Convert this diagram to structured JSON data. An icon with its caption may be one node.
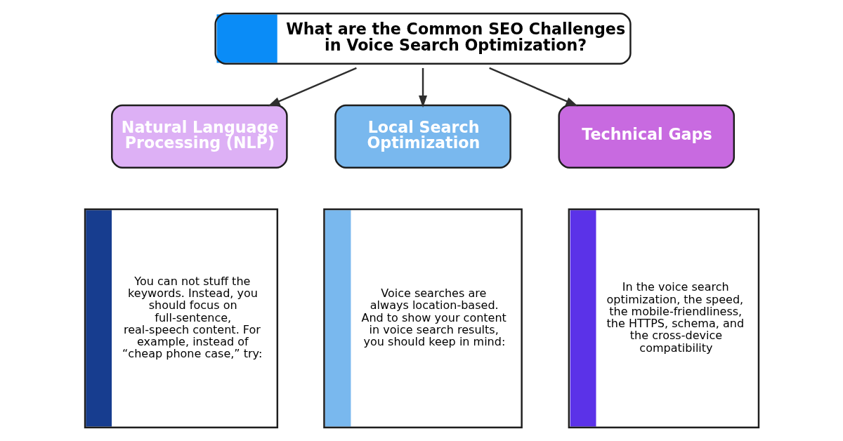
{
  "diagram": {
    "nodes": [
      {
        "text": [
          "What are the Common SEO Challenges in Voice Search Optimization?"
        ]
      },
      {
        "text": [
          "Natural Language Processing (NLP)"
        ]
      },
      {
        "text": [
          "Local Search Optimization"
        ]
      },
      {
        "text": [
          "Technical Gaps"
        ]
      },
      {
        "text": [
          "You can not stuff the keywords. Instead, you should focus on full-sentence, real-speech content. For example, instead of “cheap phone case,” try:"
        ]
      },
      {
        "text": [
          "Voice searches are always location-based. And to show your content in voice search results, you should keep in mind:"
        ]
      },
      {
        "text": [
          "In the voice search optimization, the speed, the mobile-friendliness, the HTTPS, schema, and the cross-device compatibility"
        ]
      }
    ],
    "edges": [
      {
        "from": 0,
        "to": 1,
        "arrow": "to"
      },
      {
        "from": 0,
        "to": 2,
        "arrow": "to"
      },
      {
        "from": 0,
        "to": 3,
        "arrow": "to"
      }
    ]
  }
}
